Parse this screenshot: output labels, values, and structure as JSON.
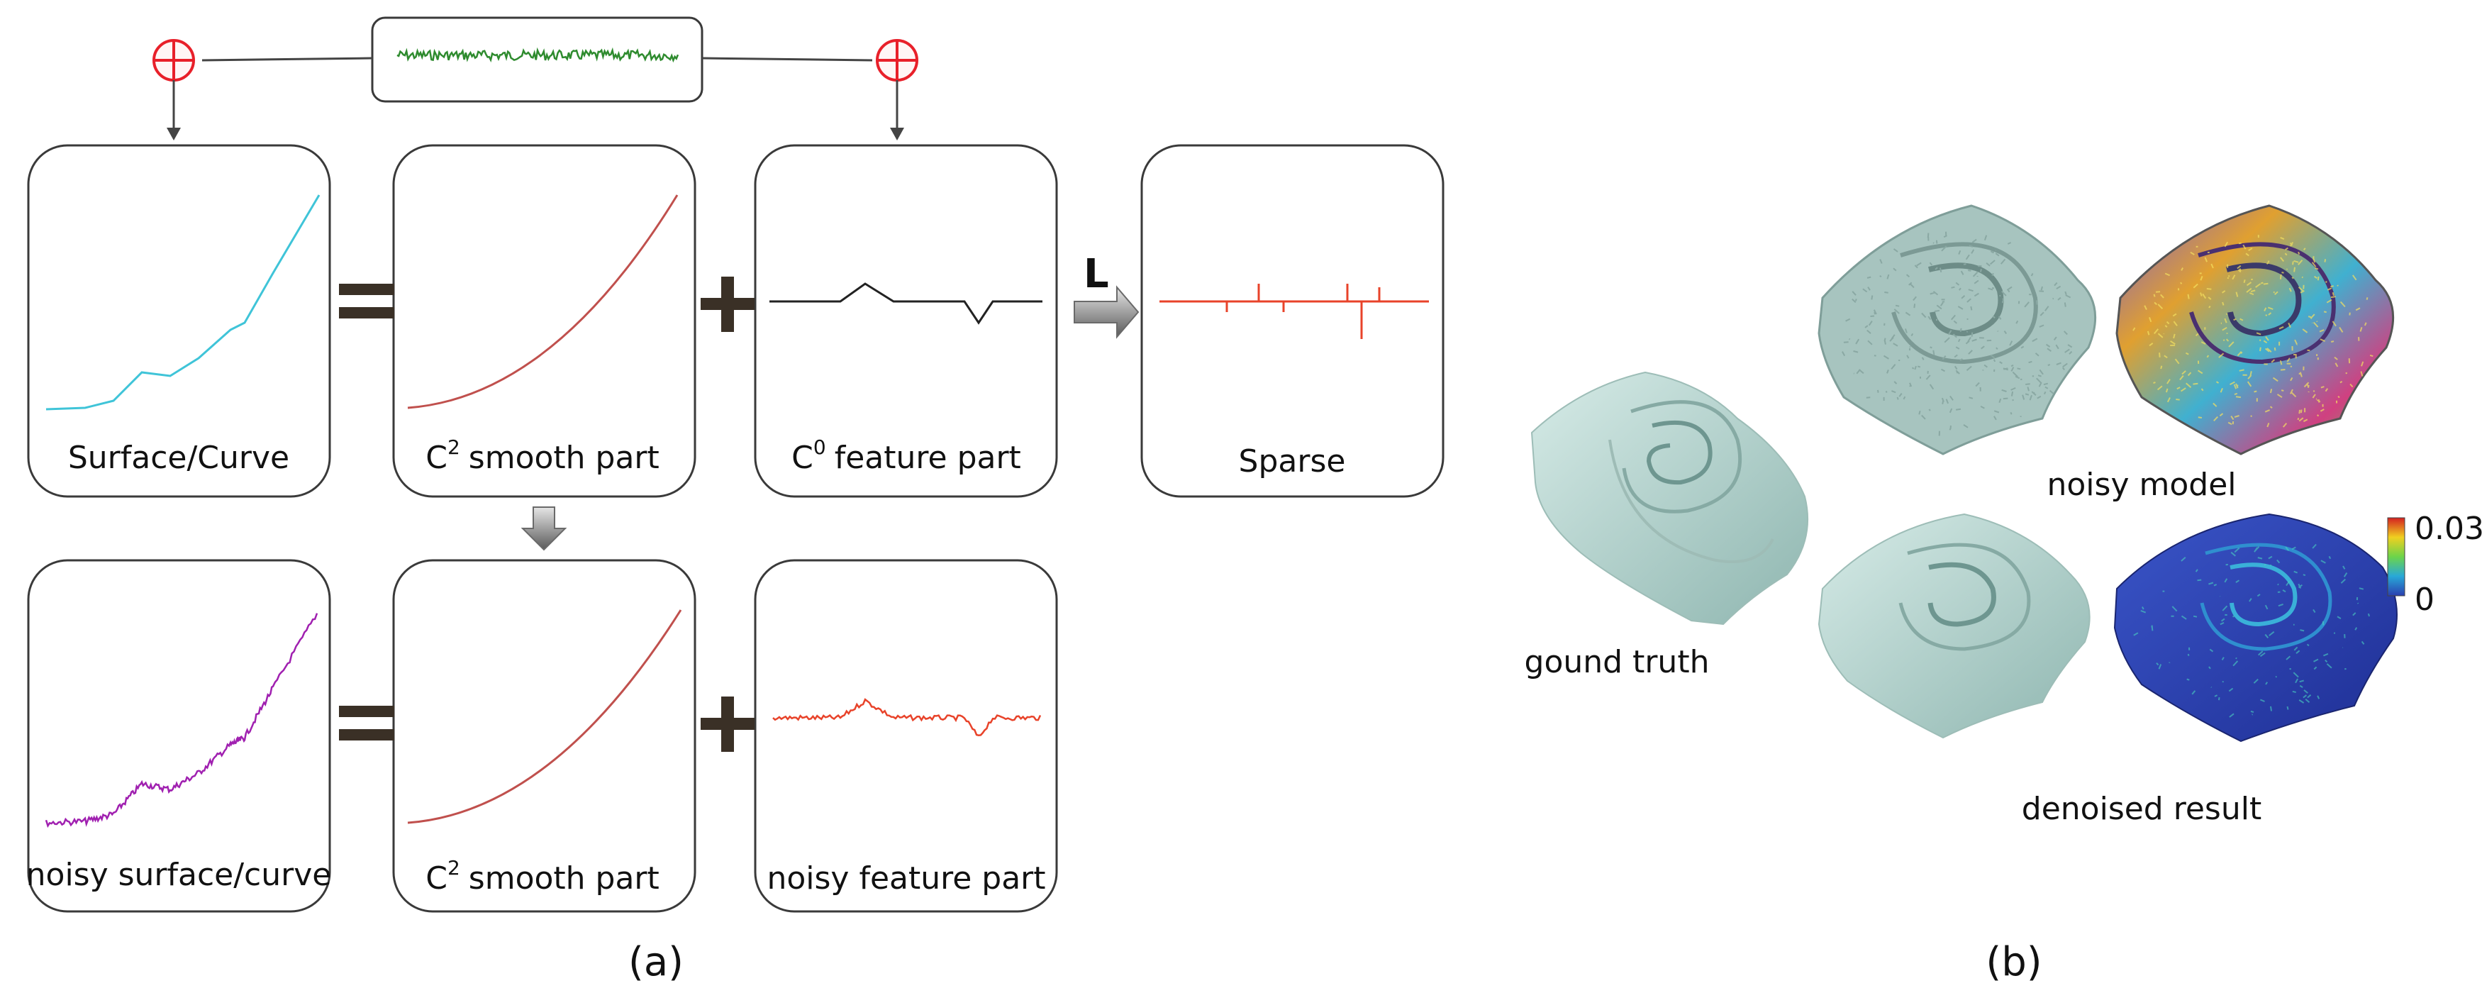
{
  "panel_a": {
    "caption": "(a)",
    "top_row": {
      "surface_label": "Surface/Curve",
      "smooth_label": "smooth part",
      "feature_label": "feature part",
      "sparse_label": "Sparse",
      "operator_label": "L"
    },
    "bottom_row": {
      "noisy_surface_label": "noisy surface/curve",
      "smooth_label": "smooth part",
      "noisy_feature_label": "noisy feature part"
    },
    "c_letter": "C",
    "c2_superscript": "2",
    "c0_superscript": "0",
    "colors": {
      "surface_curve": "#3fc4d8",
      "smooth_curve": "#c0504d",
      "feature_curve": "#222222",
      "sparse_curve": "#e8432a",
      "noisy_curve": "#a020b0",
      "noisy_feature": "#e8432a",
      "noise_signal": "#2e8b2e",
      "plus_circle": "#e8202a"
    }
  },
  "panel_b": {
    "caption": "(b)",
    "ground_truth_label": "gound truth",
    "noisy_model_label": "noisy model",
    "denoised_label": "denoised result",
    "colorbar_max": "0.03",
    "colorbar_min": "0",
    "colors": {
      "mesh": "#b9d6d2",
      "mesh_shade": "#7fa8a2",
      "error_base": "#2a3fb0"
    }
  }
}
